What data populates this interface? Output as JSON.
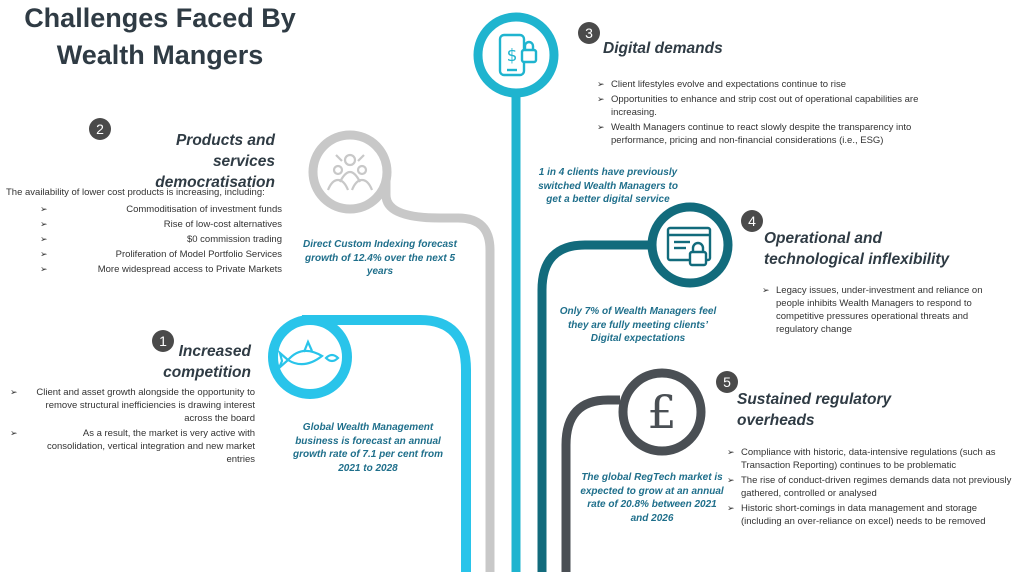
{
  "title": "Challenges Faced By Wealth Mangers",
  "sections": [
    {
      "number": "1",
      "heading": "Increased competition",
      "points": [
        "Client and asset growth alongside the opportunity to remove structural inefficiencies is drawing interest across the board",
        "As a result, the market is very active with consolidation, vertical integration and new market entries"
      ],
      "stat": "Global Wealth Management business is forecast an annual growth rate of 7.1 per cent from 2021 to 2028",
      "icon": "shark-fish-icon",
      "color": "#29c4ea"
    },
    {
      "number": "2",
      "heading": "Products and services democratisation",
      "intro": "The availability of lower cost products is increasing, including:",
      "points": [
        "Commoditisation of investment funds",
        "Rise of low-cost alternatives",
        "$0 commission trading",
        "Proliferation of Model Portfolio Services",
        "More widespread access to Private Markets"
      ],
      "stat": "Direct Custom Indexing forecast growth of 12.4% over the next 5 years",
      "icon": "people-network-icon",
      "color": "#c8c8c8"
    },
    {
      "number": "3",
      "heading": "Digital demands",
      "points": [
        "Client lifestyles evolve and expectations continue to rise",
        "Opportunities to enhance and strip cost out of operational capabilities are increasing.",
        "Wealth Managers continue to react slowly despite the transparency into performance, pricing and non-financial considerations (i.e., ESG)"
      ],
      "stat": "1 in 4 clients have previously switched Wealth Managers to get a better digital service",
      "icon": "mobile-lock-icon",
      "color": "#1fb4cf"
    },
    {
      "number": "4",
      "heading": "Operational and technological inflexibility",
      "points": [
        "Legacy issues, under-investment and reliance on people inhibits Wealth Managers to respond to competitive pressures operational threats and regulatory change"
      ],
      "stat": "Only 7% of Wealth Managers feel they are fully meeting clients’ Digital expectations",
      "icon": "browser-lock-icon",
      "color": "#126b7c"
    },
    {
      "number": "5",
      "heading": "Sustained regulatory overheads",
      "points": [
        "Compliance with historic, data-intensive regulations (such as Transaction Reporting) continues to be problematic",
        "The rise of conduct-driven regimes demands data not previously gathered, controlled or analysed",
        "Historic short-comings in data management and storage (including an over-reliance on excel) needs to be removed"
      ],
      "stat": "The global RegTech market is expected to grow at an annual rate of 20.8% between 2021 and 2026",
      "icon": "pound-sign-icon",
      "color": "#4a4f54"
    }
  ]
}
